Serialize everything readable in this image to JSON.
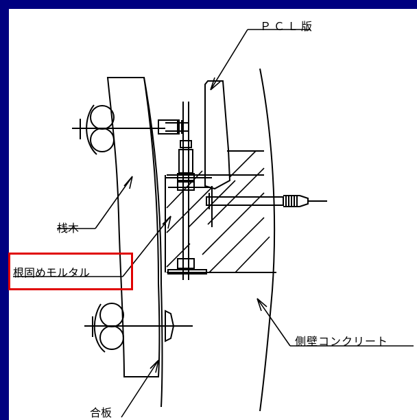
{
  "labels": {
    "pcl": "ＰＣＬ版",
    "sangi": "桟木",
    "nekatame": "根固めモルタル",
    "sokuheki": "側壁コンクリート",
    "goban": "合板"
  },
  "colors": {
    "frame": "#000080",
    "highlight": "#e00000",
    "line": "#000000",
    "background": "#ffffff"
  }
}
